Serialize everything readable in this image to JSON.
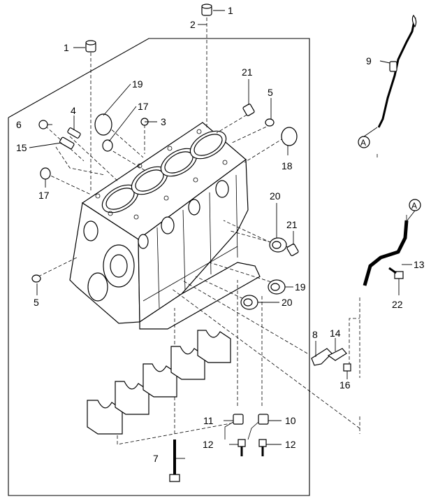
{
  "callouts": {
    "c1a": "1",
    "c1b": "1",
    "c2": "2",
    "c3": "3",
    "c4": "4",
    "c5a": "5",
    "c5b": "5",
    "c6": "6",
    "c7": "7",
    "c8": "8",
    "c9": "9",
    "c10": "10",
    "c11": "11",
    "c12a": "12",
    "c12b": "12",
    "c13": "13",
    "c14": "14",
    "c15": "15",
    "c16": "16",
    "c17a": "17",
    "c17b": "17",
    "c18": "18",
    "c19a": "19",
    "c19b": "19",
    "c20a": "20",
    "c20b": "20",
    "c21a": "21",
    "c21b": "21",
    "c22": "22",
    "refA1": "A",
    "refA2": "A"
  }
}
